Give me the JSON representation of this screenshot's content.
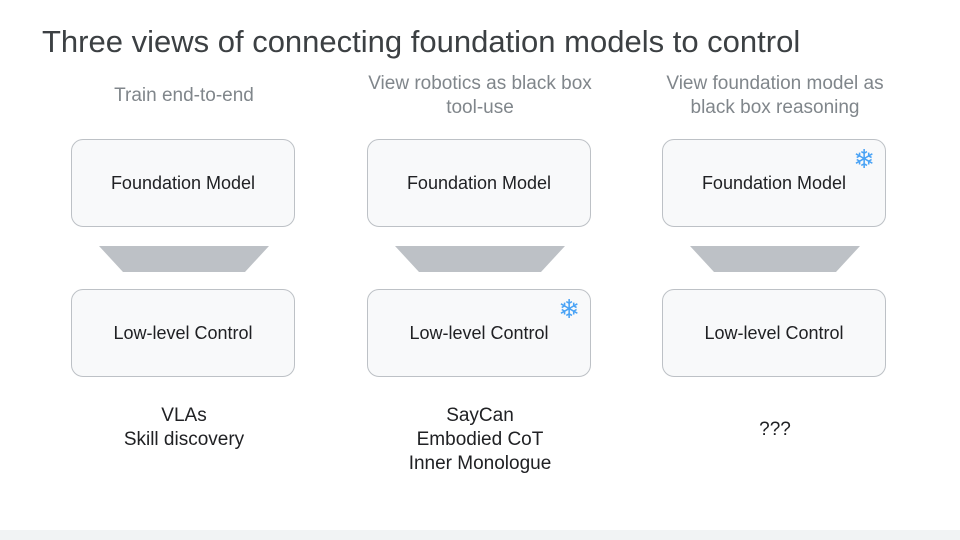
{
  "slide": {
    "title": "Three views of connecting foundation models to control",
    "columns": [
      {
        "header": "Train end-to-end",
        "top_box": {
          "label": "Foundation Model",
          "frozen": false
        },
        "bottom_box": {
          "label": "Low-level Control",
          "frozen": false
        },
        "examples": [
          "VLAs",
          "Skill discovery"
        ]
      },
      {
        "header": "View robotics as black box tool-use",
        "top_box": {
          "label": "Foundation Model",
          "frozen": false
        },
        "bottom_box": {
          "label": "Low-level Control",
          "frozen": true
        },
        "examples": [
          "SayCan",
          "Embodied CoT",
          "Inner Monologue"
        ]
      },
      {
        "header": "View foundation model as black box reasoning",
        "top_box": {
          "label": "Foundation Model",
          "frozen": true
        },
        "bottom_box": {
          "label": "Low-level Control",
          "frozen": false
        },
        "examples": [
          "???"
        ]
      }
    ],
    "icons": {
      "frozen": "snowflake-icon",
      "connector": "trapezoid-connector"
    },
    "colors": {
      "title": "#3c4043",
      "header": "#80868b",
      "box_border": "#bdc1c6",
      "connector": "#bdc1c6",
      "snowflake": "#4aa3f5"
    }
  }
}
